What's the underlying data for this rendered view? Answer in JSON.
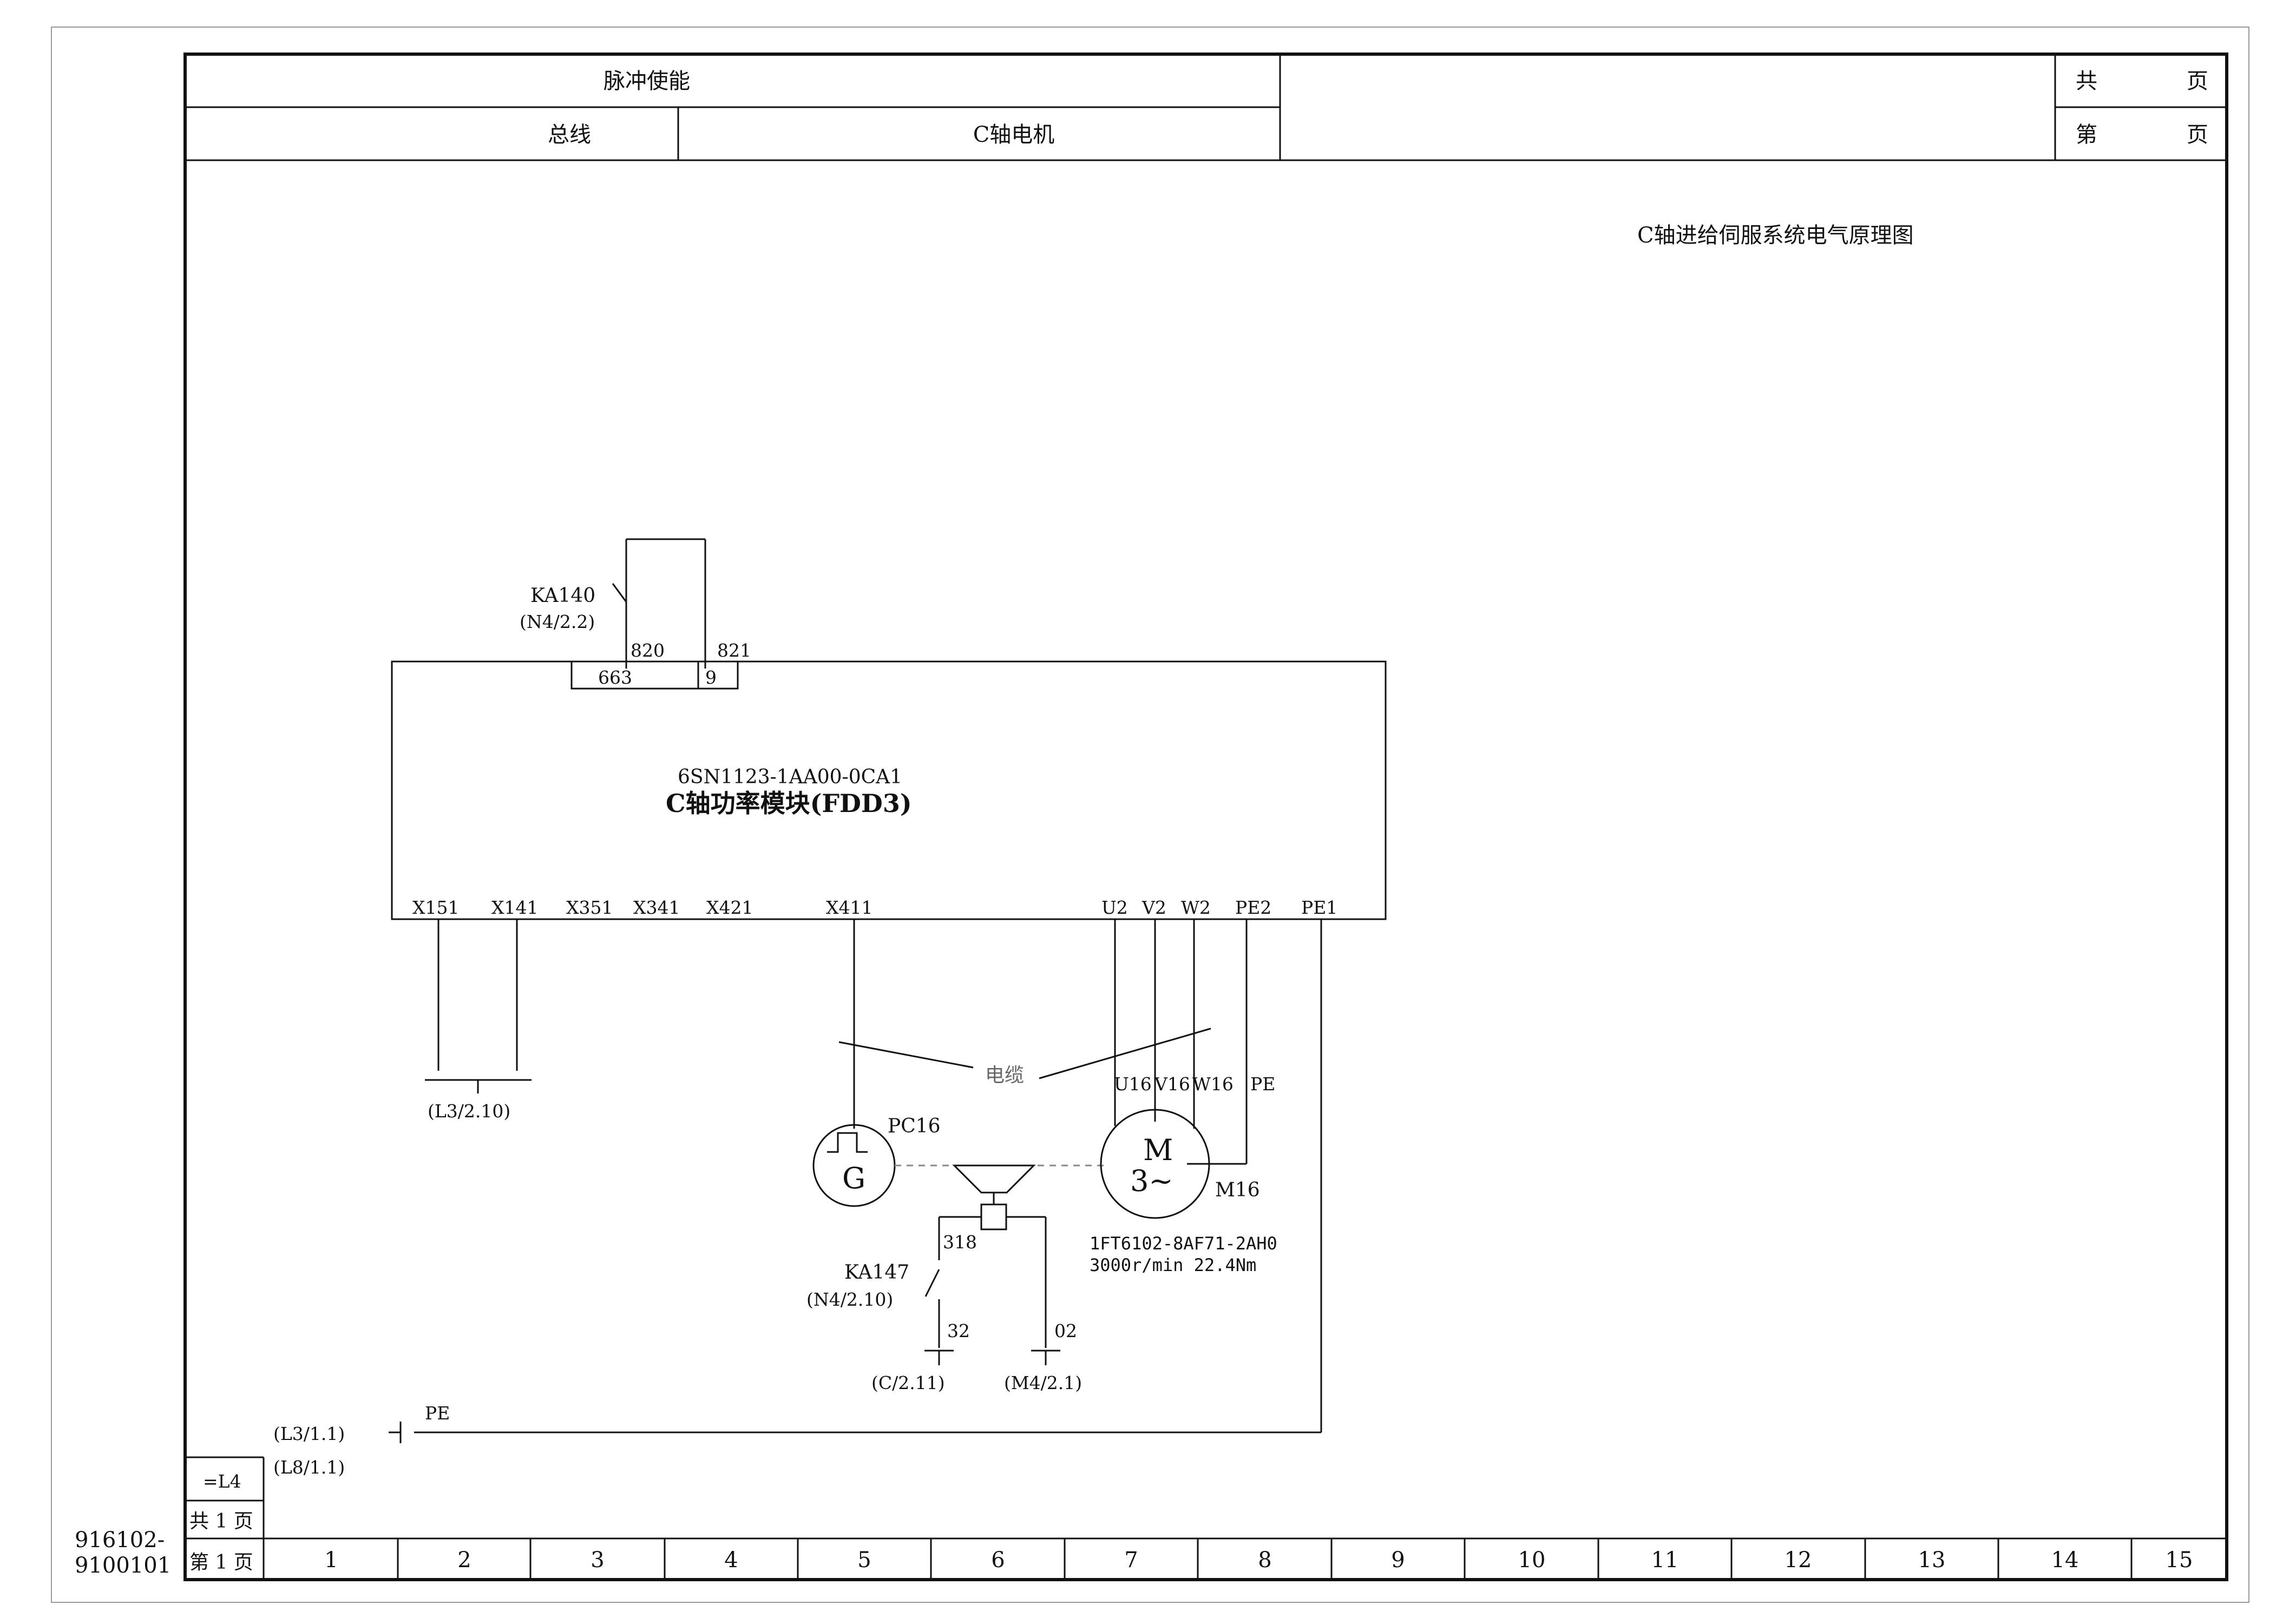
{
  "title_block": {
    "pulse_enable": "脉冲使能",
    "bus": "总线",
    "c_axis_motor": "C轴电机",
    "total_pages_label": "共",
    "page_label": "第",
    "page_unit_1": "页",
    "page_unit_2": "页"
  },
  "drawing_title": "C轴进给伺服系统电气原理图",
  "relay_ka140": {
    "name": "KA140",
    "ref": "(N4/2.2)",
    "wire_a": "820",
    "wire_b": "821"
  },
  "module": {
    "part_number": "6SN1123-1AA00-0CA1",
    "name": "C轴功率模块(FDD3)",
    "top_terminals": [
      "663",
      "9"
    ],
    "bottom_terminals": [
      "X151",
      "X141",
      "X351",
      "X341",
      "X421",
      "X411",
      "U2",
      "V2",
      "W2",
      "PE2",
      "PE1"
    ]
  },
  "ref_l3_210": "(L3/2.10)",
  "cable_label": "电缆",
  "motor_wires": [
    "U16",
    "V16",
    "W16",
    "PE"
  ],
  "encoder": {
    "name": "PC16",
    "symbol": "G"
  },
  "motor": {
    "name": "M16",
    "symbol": "M",
    "phase": "3~",
    "model": "1FT6102-8AF71-2AH0",
    "spec": "3000r/min 22.4Nm"
  },
  "brake": {
    "wire_top": "318",
    "wire_left": "32",
    "wire_right": "02"
  },
  "relay_ka147": {
    "name": "KA147",
    "ref": "(N4/2.10)"
  },
  "ref_c211": "(C/2.11)",
  "ref_m421": "(M4/2.1)",
  "pe_line": {
    "label": "PE",
    "ref_a": "(L3/1.1)",
    "ref_b": "(L8/1.1)"
  },
  "corner_block": {
    "location": "=L4",
    "total": "共 1 页",
    "current": "第 1 页"
  },
  "drawing_number": {
    "line1": "916102-",
    "line2": "9100101"
  },
  "grid_columns": [
    "1",
    "2",
    "3",
    "4",
    "5",
    "6",
    "7",
    "8",
    "9",
    "10",
    "11",
    "12",
    "13",
    "14",
    "15"
  ]
}
